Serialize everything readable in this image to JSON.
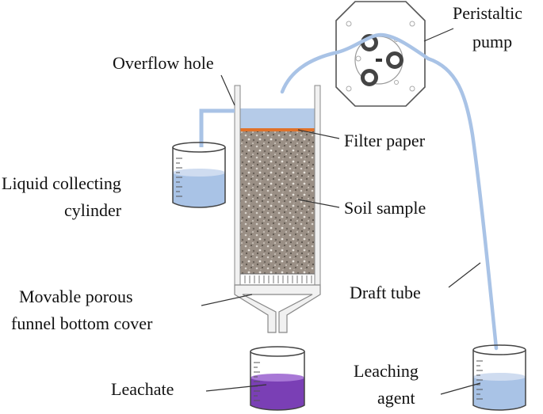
{
  "labels": {
    "peristaltic_pump": [
      "Peristaltic",
      "pump"
    ],
    "overflow_hole": "Overflow hole",
    "filter_paper": "Filter paper",
    "liquid_collecting_cylinder": [
      "Liquid collecting",
      "cylinder"
    ],
    "soil_sample": "Soil sample",
    "movable_porous_funnel_bottom_cover": [
      "Movable porous",
      "funnel bottom cover"
    ],
    "draft_tube": "Draft tube",
    "leachate": "Leachate",
    "leaching_agent": [
      "Leaching",
      "agent"
    ]
  },
  "colors": {
    "tube": "#a9c3e6",
    "liquid": "#a9c3e6",
    "water_layer": "#b5cbe8",
    "filter_paper": "#e0722a",
    "soil_base": "#9a8f85",
    "leachate": "#7a3fb5",
    "pump_body": "#ffffff",
    "outline": "#555555"
  }
}
